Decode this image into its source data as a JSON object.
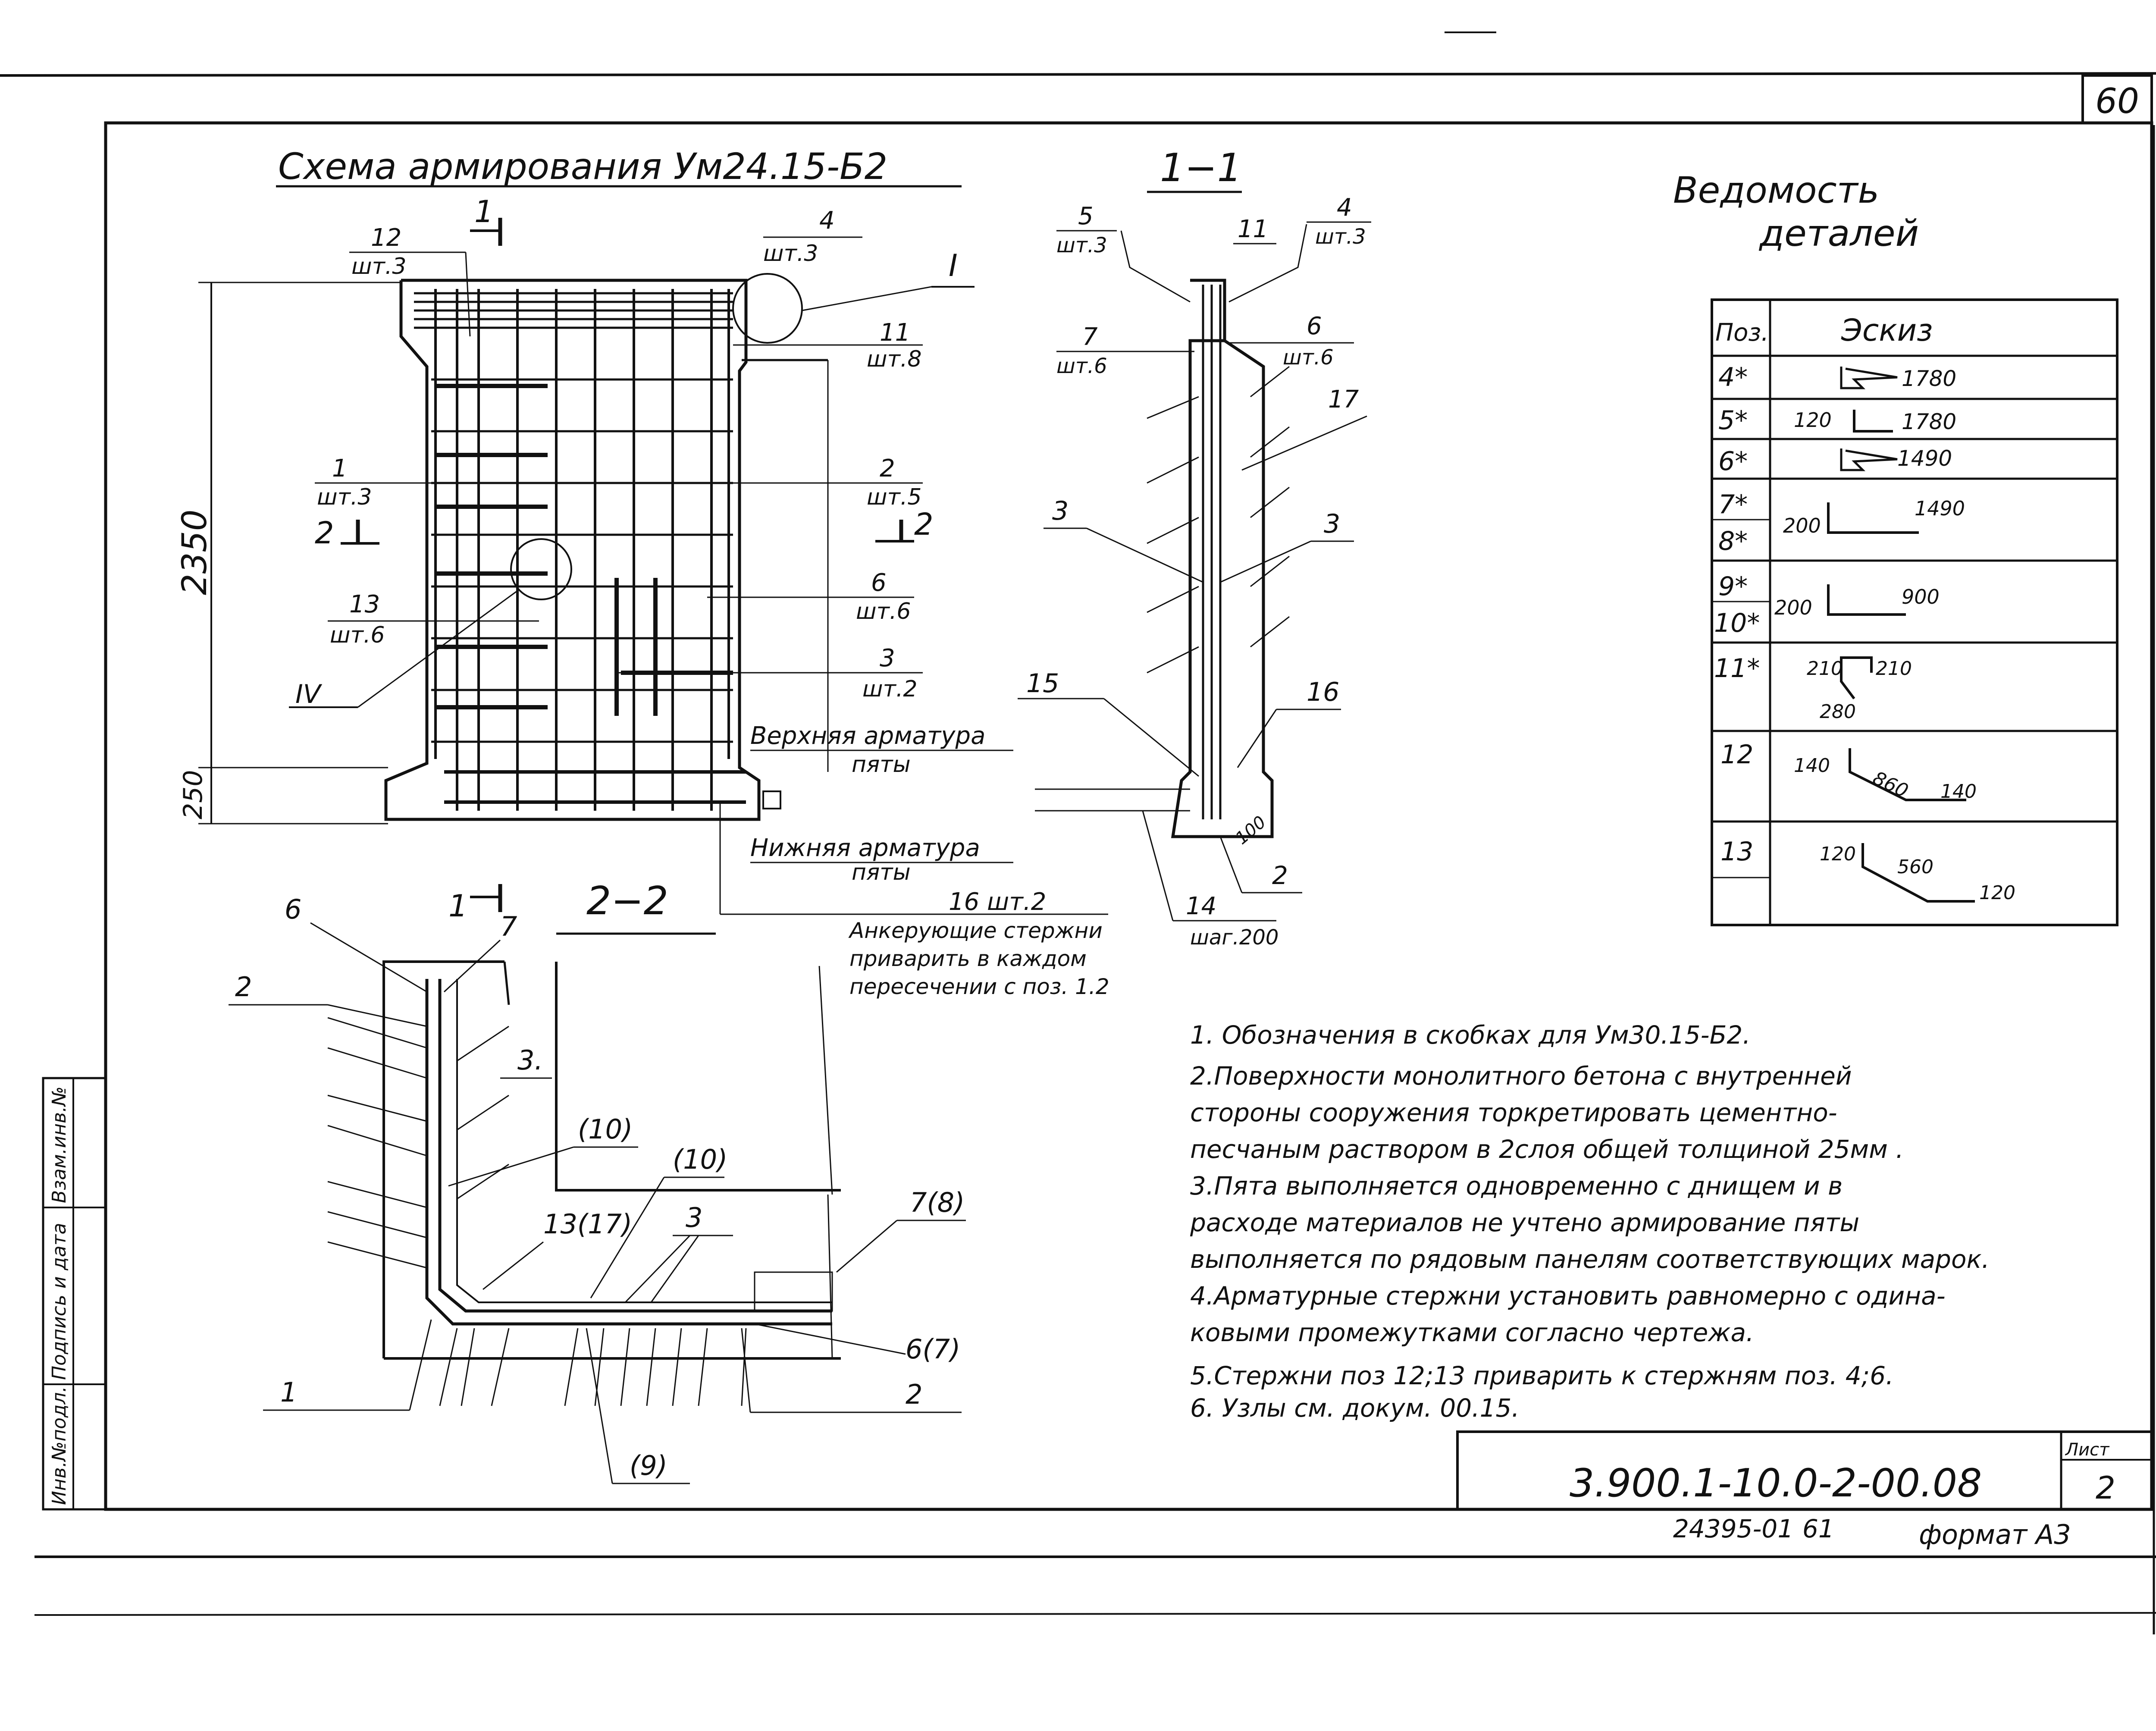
{
  "sheet_number": "60",
  "main_title": "Схема армирования Ум24.15-Б2",
  "section_1_1": "1−1",
  "section_2_2": "2−2",
  "section_mark": "1",
  "section_mark_2": "2",
  "roman_I": "I",
  "roman_IV": "IV",
  "dim_2350": "2350",
  "dim_250": "250",
  "elev_labels": {
    "p12_num": "12",
    "p12_qty": "шт.3",
    "p4_num": "4",
    "p4_qty": "шт.3",
    "p11_num": "11",
    "p11_qty": "шт.8",
    "p1_num": "1",
    "p1_qty": "шт.3",
    "p2_num": "2",
    "p2_qty": "шт.5",
    "p13_num": "13",
    "p13_qty": "шт.6",
    "p6_num": "6",
    "p6_qty": "шт.6",
    "p3_num": "3",
    "p3_qty": "шт.2",
    "upper_rebar": "Верхняя арматура",
    "upper_rebar_2": "пяты",
    "lower_rebar": "Нижняя арматура",
    "lower_rebar_2": "пяты",
    "p16": "16  шт.2",
    "anchor_1": "Анкерующие стержни",
    "anchor_2": "приварить в каждом",
    "anchor_3": "пересечении с поз. 1.2"
  },
  "sec11_labels": {
    "p5_num": "5",
    "p5_qty": "шт.3",
    "p11": "11",
    "p4_num": "4",
    "p4_qty": "шт.3",
    "p7_num": "7",
    "p7_qty": "шт.6",
    "p6_num": "6",
    "p6_qty": "шт.6",
    "p17": "17",
    "p3_left": "3",
    "p3_right": "3",
    "p15": "15",
    "p16": "16",
    "p2": "2",
    "p14_num": "14",
    "p14_qty": "шаг.200",
    "p100": "100"
  },
  "sec22_labels": {
    "p6": "6",
    "p7": "7",
    "p2": "2",
    "p3": "3.",
    "p10a": "(10)",
    "p10b": "(10)",
    "p13": "13(17)",
    "p3b": "3",
    "p7_8": "7(8)",
    "p6_7": "6(7)",
    "p1": "1",
    "p2b": "2",
    "p9": "(9)"
  },
  "ved": {
    "title_1": "Ведомость",
    "title_2": "деталей",
    "col_pos": "Поз.",
    "col_sketch": "Эскиз",
    "rows": [
      {
        "pos": "4*",
        "dims": [
          "1780"
        ]
      },
      {
        "pos": "5*",
        "dims": [
          "120",
          "1780"
        ]
      },
      {
        "pos": "6*",
        "dims": [
          "1490"
        ]
      },
      {
        "pos": "7*",
        "pos2": "8*",
        "dims": [
          "200",
          "1490"
        ]
      },
      {
        "pos": "9*",
        "pos2": "10*",
        "dims": [
          "200",
          "900"
        ]
      },
      {
        "pos": "11*",
        "dims": [
          "210",
          "210",
          "280"
        ]
      },
      {
        "pos": "12",
        "dims": [
          "140",
          "860",
          "140"
        ]
      },
      {
        "pos": "13",
        "dims": [
          "120",
          "560",
          "120"
        ]
      }
    ]
  },
  "notes": [
    "1. Обозначения в скобках для Ум30.15-Б2.",
    "2.Поверхности монолитного бетона с внутренней",
    "стороны сооружения торкретировать цементно-",
    "песчаным раствором в 2слоя общей толщиной 25мм .",
    "3.Пята выполняется одновременно с днищем и в",
    "расходе материалов не учтено армирование пяты",
    "выполняется по рядовым панелям соответствующих марок.",
    "4.Арматурные стержни установить равномерно с одина-",
    "ковыми промежутками согласно чертежа.",
    "5.Стержни поз 12;13 приварить к стержням поз. 4;6.",
    "6. Узлы см. докум. 00.15."
  ],
  "stamp": {
    "sheet_label": "Лист",
    "sheet_value": "2",
    "doc_code": "3.900.1-10.0-2-00.08",
    "inv": "24395-01",
    "inv_num": "61",
    "format": "формат А3"
  },
  "side_stamp": [
    "Инв.№подл.",
    "Подпись и дата",
    "Взам.инв.№"
  ]
}
